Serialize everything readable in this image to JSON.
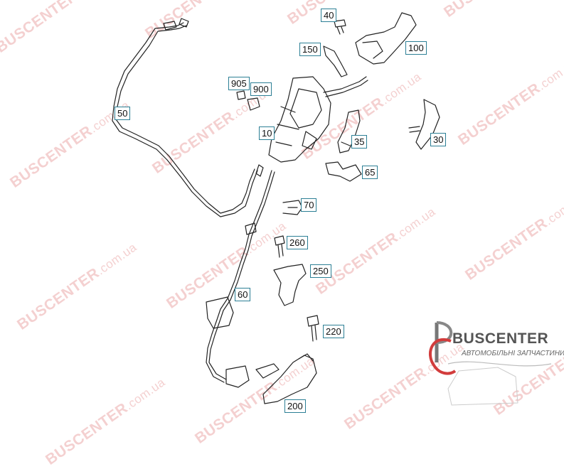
{
  "diagram": {
    "callouts": [
      "40",
      "100",
      "150",
      "905",
      "900",
      "50",
      "10",
      "35",
      "30",
      "65",
      "70",
      "260",
      "250",
      "60",
      "220",
      "200"
    ]
  },
  "watermark": {
    "brand": "BUSCENTER",
    "url": ".com.ua"
  },
  "logo": {
    "title": "BUSCENTER",
    "subtitle": "АВТОМОБІЛЬНІ ЗАПЧАСТИНИ"
  },
  "colors": {
    "callout_border": "#2c7f95",
    "watermark": "#e69696",
    "logo_accent": "#d23c3c",
    "line_art": "#222222"
  }
}
